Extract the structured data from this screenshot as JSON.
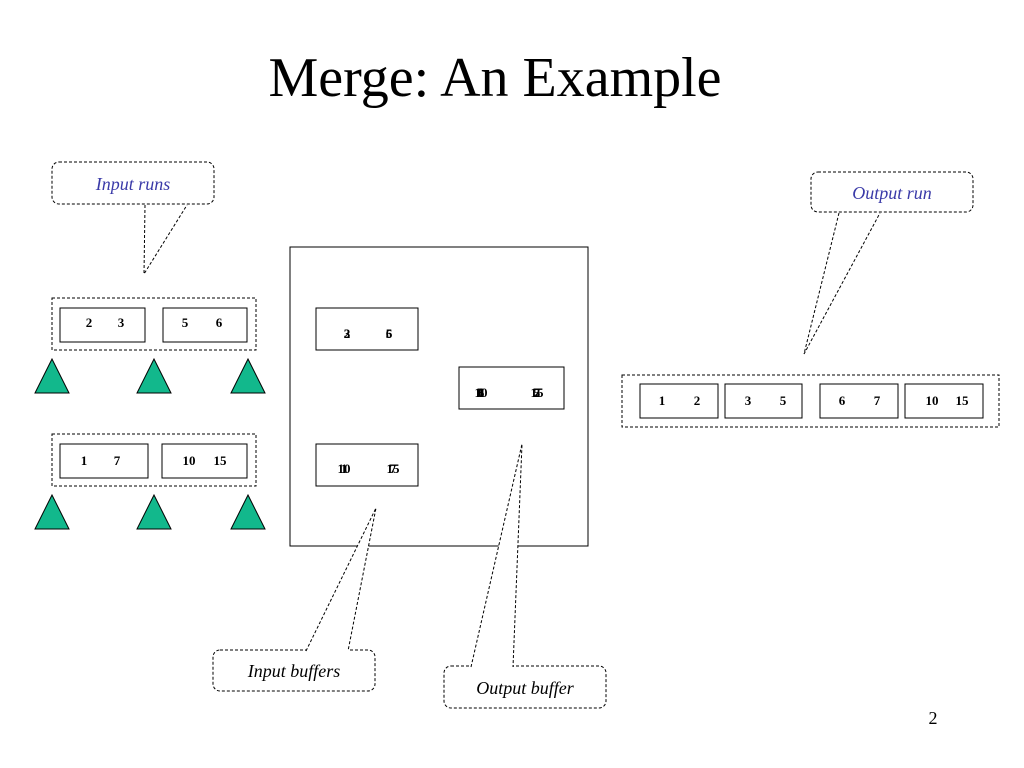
{
  "title": "Merge: An Example",
  "page_number": "2",
  "callouts": {
    "input_runs": "Input runs",
    "output_run": "Output run",
    "input_buffers": "Input buffers",
    "output_buffer": "Output buffer"
  },
  "input_runs": [
    {
      "pages": [
        [
          "2",
          "3"
        ],
        [
          "5",
          "6"
        ]
      ]
    },
    {
      "pages": [
        [
          "1",
          "7"
        ],
        [
          "10",
          "15"
        ]
      ]
    }
  ],
  "buffers": {
    "input_buffer_1": [
      [
        "3",
        "6"
      ],
      [
        "2",
        "5"
      ]
    ],
    "input_buffer_2": [
      [
        "10",
        "15"
      ],
      [
        "1",
        "7"
      ]
    ],
    "output_buffer": [
      [
        "10",
        "15"
      ],
      [
        "6",
        "7"
      ],
      [
        "1",
        "2"
      ],
      [
        "3",
        "5"
      ]
    ]
  },
  "output_run": {
    "pages": [
      [
        "1",
        "2"
      ],
      [
        "3",
        "5"
      ],
      [
        "6",
        "7"
      ],
      [
        "10",
        "15"
      ]
    ]
  },
  "colors": {
    "triangle_fill": "#12b88c",
    "label_blue": "#3a3aa8"
  }
}
